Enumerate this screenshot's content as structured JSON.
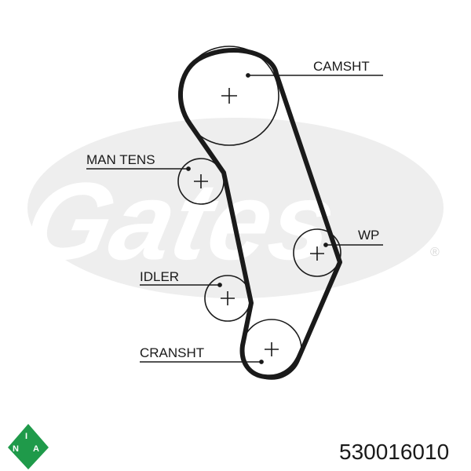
{
  "labels": {
    "camshaft": "CAMSHT",
    "man_tens": "MAN TENS",
    "water_pump": "WP",
    "idler": "IDLER",
    "crankshaft": "CRANSHT"
  },
  "part_number": "530016010",
  "ina_logo": {
    "letters": [
      "I",
      "N",
      "A"
    ],
    "color": "#1f9a4a"
  },
  "watermark": {
    "text": "Gates",
    "registered": "®",
    "color": "#e3e3e3"
  },
  "colors": {
    "belt": "#1a1a1a",
    "pulley": "#1a1a1a",
    "leader": "#1a1a1a"
  },
  "icons": {
    "pulley_center": "plus-icon"
  }
}
